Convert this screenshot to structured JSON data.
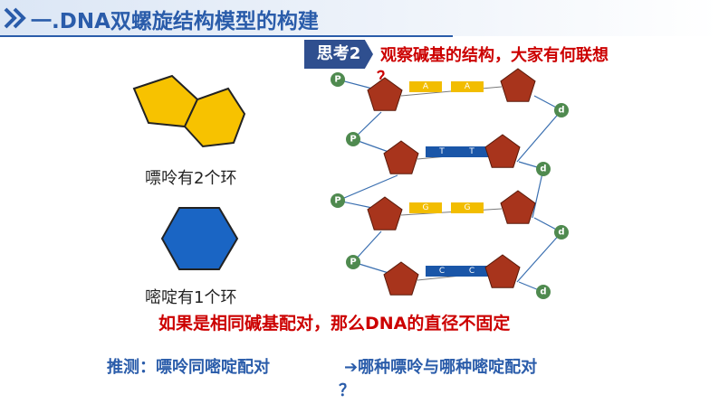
{
  "title": "一.DNA双螺旋结构模型的构建",
  "think": {
    "badge": "思考2",
    "question": "观察碱基的结构，大家有何联想",
    "qmark": "？"
  },
  "purine_label": "嘌呤有2个环",
  "pyrimidine_label": "嘧啶有1个环",
  "dna_model": {
    "phosphate_label": "P",
    "deoxy_label": "d",
    "rows": [
      {
        "left": "A",
        "right": "A",
        "color": "#f2bd00"
      },
      {
        "left": "T",
        "right": "T",
        "color": "#1a56a8"
      },
      {
        "left": "G",
        "right": "G",
        "color": "#f2bd00"
      },
      {
        "left": "C",
        "right": "C",
        "color": "#1a56a8"
      }
    ],
    "colors": {
      "sugar": "#a8341c",
      "phosphate": "#4f8a4f",
      "purine": "#f7c200",
      "pyrimidine": "#1a65c4"
    }
  },
  "conclusion": "如果是相同碱基配对，那么DNA的直径不固定",
  "guess": "推测：嘌呤同嘧啶配对",
  "question2": "➔哪种嘌呤与哪种嘧啶配对",
  "question2_qmark": "？"
}
